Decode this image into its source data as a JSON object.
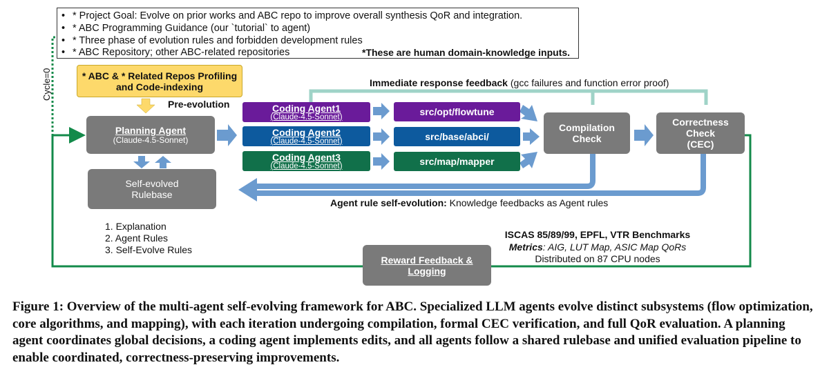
{
  "inputs": {
    "bullets": [
      "* Project Goal: Evolve on prior works and ABC repo to improve overall synthesis QoR and integration.",
      "* ABC Programming Guidance (our `tutorial` to agent)",
      "* Three phase of evolution rules and forbidden development rules",
      "* ABC Repository; other ABC-related repositories"
    ],
    "note": "*These are human domain-knowledge inputs."
  },
  "cycle_label": "Cycle=0",
  "profiling_box": {
    "line1": "* ABC & * Related Repos Profiling",
    "line2": "and Code-indexing"
  },
  "pre_evolution": "Pre-evolution",
  "planning_agent": {
    "title": "Planning Agent",
    "model": "(Claude-4.5-Sonnet)"
  },
  "rulebase": {
    "line1": "Self-evolved",
    "line2": "Rulebase"
  },
  "rulebase_list": [
    "1.  Explanation",
    "2.  Agent Rules",
    "3.  Self-Evolve Rules"
  ],
  "coding_agents": [
    {
      "title": "Coding Agent1",
      "model": "(Claude-4.5-Sonnet)",
      "path": "src/opt/flowtune",
      "color": "#6a1b9a",
      "path_color": "#6a1b9a"
    },
    {
      "title": "Coding Agent2",
      "model": "(Claude-4.5-Sonnet)",
      "path": "src/base/abci/",
      "color": "#0d5a9e",
      "path_color": "#0d5a9e"
    },
    {
      "title": "Coding Agent3",
      "model": "(Claude-4.5-Sonnet)",
      "path": "src/map/mapper",
      "color": "#11704a",
      "path_color": "#11704a"
    }
  ],
  "compilation": {
    "line1": "Compilation",
    "line2": "Check"
  },
  "correctness": {
    "line1": "Correctness",
    "line2": "Check",
    "line3": "(CEC)"
  },
  "immediate_feedback": {
    "bold": "Immediate response feedback",
    "rest": " (gcc failures and function error proof)"
  },
  "self_evolution": {
    "bold": "Agent rule self-evolution:",
    "rest": " Knowledge feedbacks as Agent rules"
  },
  "benchmarks": {
    "line1": "ISCAS 85/89/99, EPFL, VTR Benchmarks",
    "metrics_label": "Metrics",
    "metrics_rest": ": AIG, LUT Map, ASIC Map QoRs",
    "line3": "Distributed on 87 CPU nodes"
  },
  "reward": {
    "line1": "Reward Feedback &",
    "line2": "Logging"
  },
  "caption": {
    "bold": "Figure 1: Overview of the multi-agent self-evolving framework for ABC. Specialized LLM agents evolve distinct subsystems (flow optimization, core algorithms, and mapping), with each iteration undergoing compilation, formal CEC verification, and full QoR evaluation. A planning agent coordinates global decisions, a coding agent implements edits, and all agents follow a shared rulebase and unified evaluation pipeline to enable coordinated, correctness-preserving improvements."
  },
  "colors": {
    "gray_box": "#7a7a7a",
    "arrow_blue": "#6b9bcf",
    "teal_feedback": "#9fd3c7",
    "green_loop": "#138a4a",
    "profiling_fill": "#fdd96b"
  }
}
